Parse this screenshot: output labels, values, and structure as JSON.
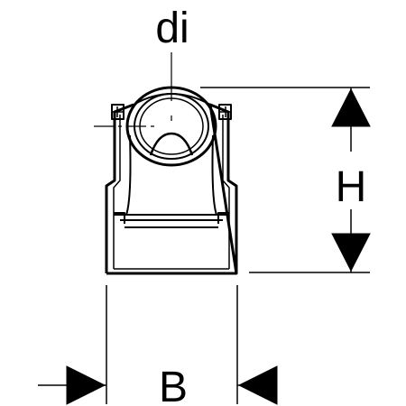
{
  "labels": {
    "inner_diameter": "di",
    "height": "H",
    "width": "B"
  },
  "colors": {
    "line": "#000000",
    "background": "#ffffff"
  }
}
